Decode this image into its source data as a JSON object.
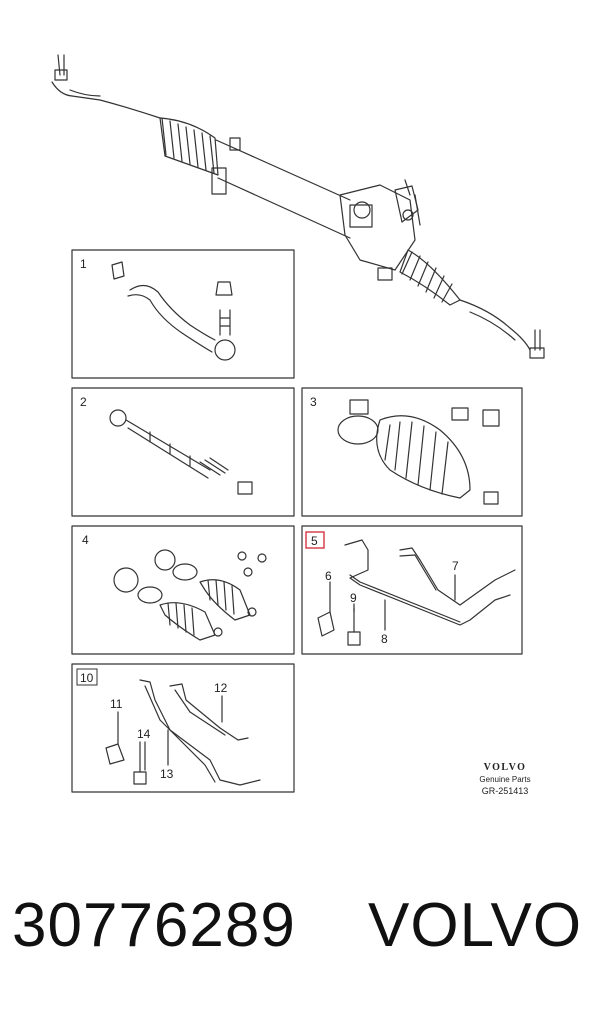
{
  "diagram": {
    "panels": [
      {
        "id": "1",
        "label": "1"
      },
      {
        "id": "2",
        "label": "2"
      },
      {
        "id": "3",
        "label": "3"
      },
      {
        "id": "4",
        "label": "4"
      },
      {
        "id": "5",
        "label": "5",
        "highlight": true
      },
      {
        "id": "10",
        "label": "10"
      }
    ],
    "callouts": {
      "c6": "6",
      "c7": "7",
      "c8": "8",
      "c9": "9",
      "c11": "11",
      "c12": "12",
      "c13": "13",
      "c14": "14"
    },
    "highlight_color": "#d9434f"
  },
  "brand": {
    "logo": "VOLVO",
    "subtitle": "Genuine Parts",
    "code": "GR-251413"
  },
  "footer": {
    "part_number": "30776289",
    "maker": "VOLVO"
  }
}
